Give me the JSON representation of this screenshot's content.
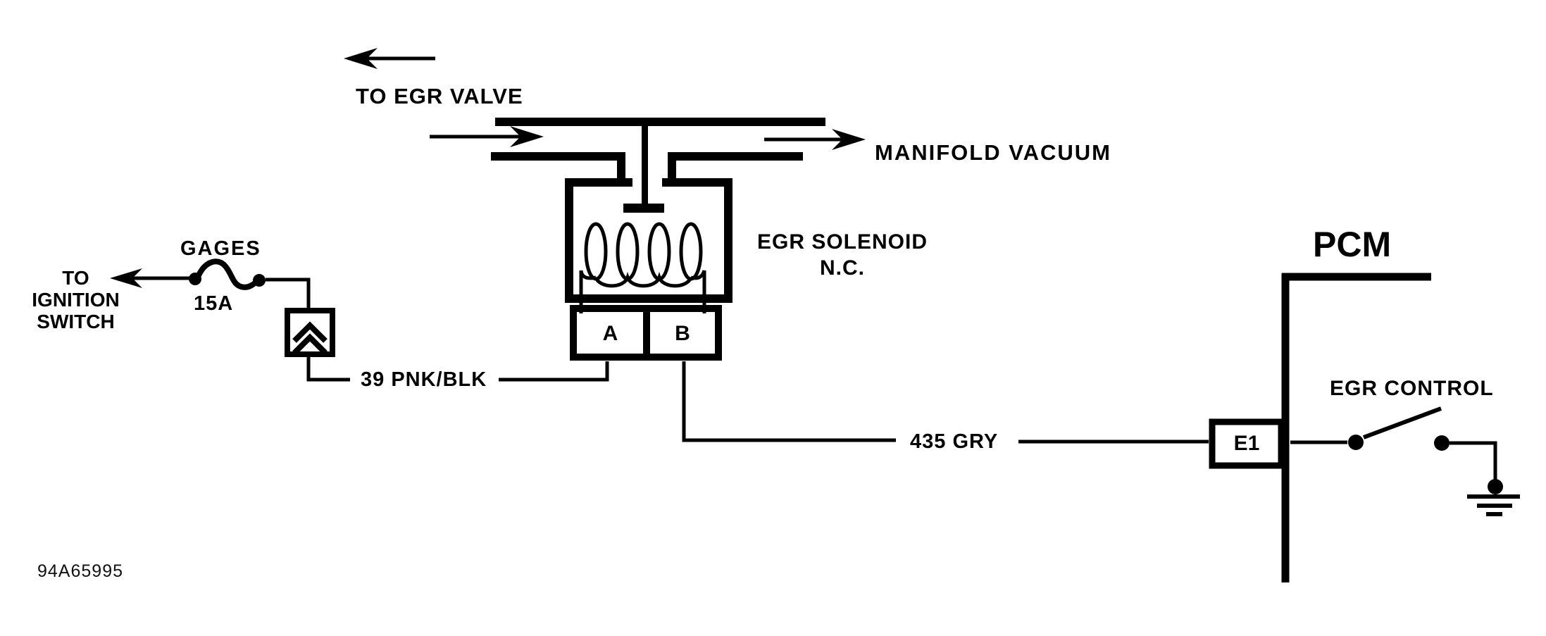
{
  "diagram": {
    "document_id": "94A65995",
    "ink_color": "#000000",
    "background_color": "#ffffff",
    "annotations": {
      "to_egr_valve": "TO EGR VALVE",
      "manifold_vacuum": "MANIFOLD VACUUM"
    },
    "solenoid": {
      "name_line1": "EGR SOLENOID",
      "name_line2": "N.C.",
      "terminal_a": "A",
      "terminal_b": "B"
    },
    "fuse": {
      "name": "GAGES",
      "rating": "15A"
    },
    "ignition": {
      "line1": "TO",
      "line2": "IGNITION",
      "line3": "SWITCH"
    },
    "wires": {
      "solenoid_feed": "39 PNK/BLK",
      "egr_control": "435 GRY"
    },
    "pcm": {
      "name": "PCM",
      "terminal": "E1",
      "control_label": "EGR CONTROL"
    }
  }
}
